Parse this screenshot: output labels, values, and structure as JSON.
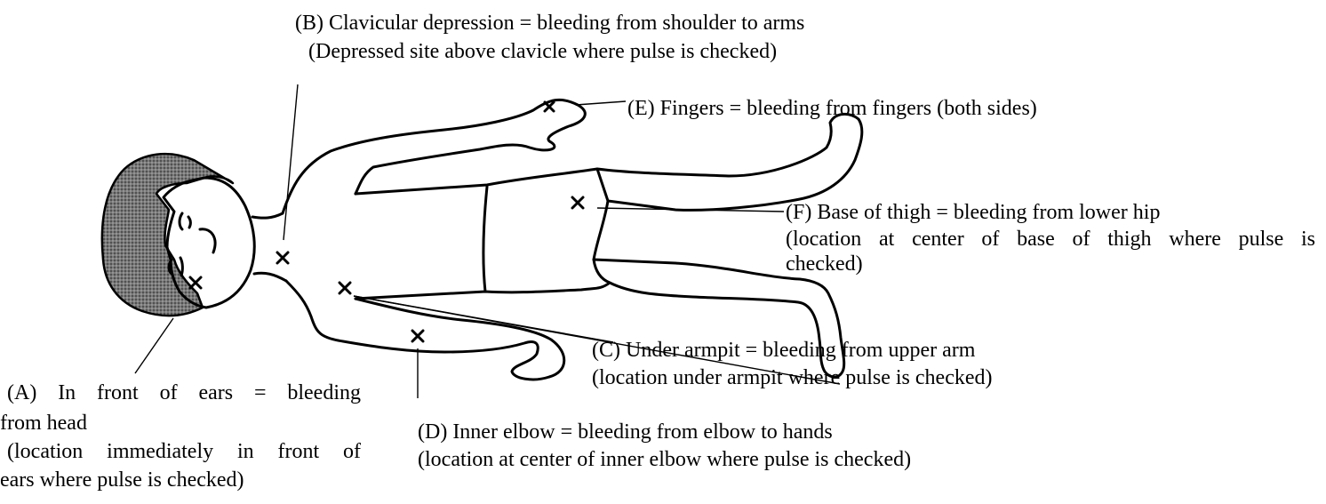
{
  "colors": {
    "ink": "#000000",
    "hair_shading": "#555555",
    "background": "#ffffff"
  },
  "labels": {
    "A": {
      "line1": "(A) In front of ears = bleeding",
      "line2": "from head",
      "line3": "(location immediately in front of",
      "line4": "ears where pulse is checked)"
    },
    "B": {
      "line1": "(B) Clavicular depression = bleeding from shoulder to arms",
      "line2": "(Depressed site above clavicle where pulse is checked)"
    },
    "C": {
      "line1": "(C) Under armpit = bleeding from upper arm",
      "line2": "(location under armpit where pulse is checked)"
    },
    "D": {
      "line1": "(D) Inner elbow = bleeding from elbow to hands",
      "line2": "(location at center of inner elbow where pulse is checked)"
    },
    "E": {
      "line1": "(E) Fingers = bleeding from fingers (both sides)"
    },
    "F": {
      "line1": "(F) Base of thigh = bleeding from lower hip",
      "line2": "(location at center of base of thigh where pulse is",
      "line3": "checked)"
    }
  },
  "markers": [
    "A",
    "B",
    "C",
    "D",
    "E",
    "F"
  ]
}
